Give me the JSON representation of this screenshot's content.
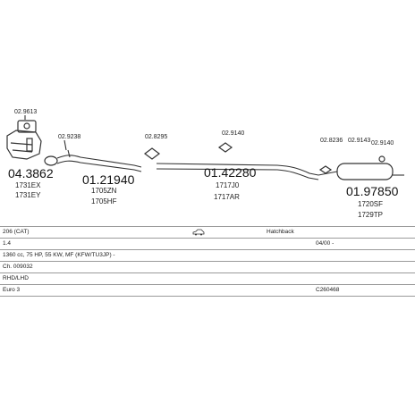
{
  "parts": [
    {
      "number": "04.3862",
      "alt": [
        "1731EX",
        "1731EY"
      ],
      "clamp": "02.9613"
    },
    {
      "number": "01.21940",
      "alt": [
        "1705ZN",
        "1705HF"
      ],
      "clamp": "02.9238"
    },
    {
      "number": "01.42280",
      "alt": [
        "1717J0",
        "1717AR"
      ],
      "clamp_left": "02.8295",
      "clamp_right": "02.9140"
    },
    {
      "number": "01.97850",
      "alt": [
        "1720SF",
        "1729TP"
      ],
      "clamp_a": "02.8236",
      "clamp_b": "02.9143",
      "clamp_c": "02.9140"
    }
  ],
  "vehicle": {
    "model": "206 (CAT)",
    "car_icon": "car-icon",
    "body": "Hatchback",
    "engine_size": "1.4",
    "date": "04/00 -",
    "engine_details": "1360 cc, 75 HP, 55 KW, MF (KFW/TU3JP) -",
    "chassis": "Ch. 009032",
    "rhd": "RHD/LHD",
    "emission": "Euro 3",
    "code": "C260468"
  }
}
